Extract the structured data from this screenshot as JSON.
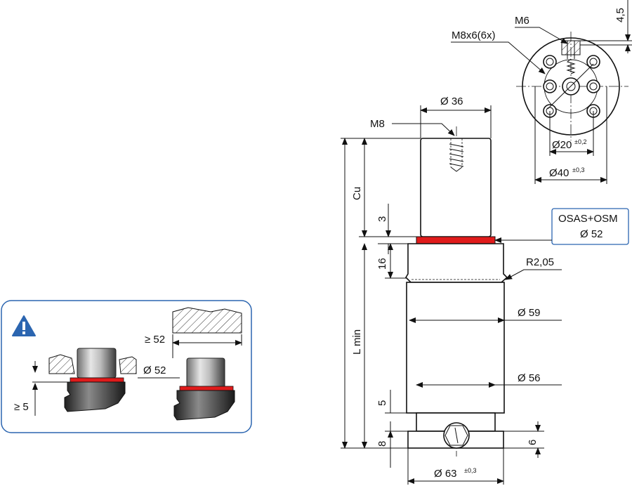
{
  "dimensions": {
    "d36": "Ø 36",
    "m8": "M8",
    "m6": "M6",
    "m8x6": "M8x6(6x)",
    "t45": "4,5",
    "d20": "Ø20",
    "d20_tol": "±0,2",
    "d40": "Ø40",
    "d40_tol": "±0,3",
    "cu": "Cu",
    "three": "3",
    "sixteen": "16",
    "lmin": "L min",
    "r205": "R2,05",
    "d59": "Ø 59",
    "d56": "Ø 56",
    "five": "5",
    "eight": "8",
    "six": "6",
    "d63": "Ø 63",
    "d63_tol": "±0,3"
  },
  "callout": {
    "line1": "OSAS+OSM",
    "line2": "Ø 52"
  },
  "note_panel": {
    "warning_icon": "warning-triangle-icon",
    "ge52": "≥ 52",
    "d52": "Ø 52",
    "ge5": "≥ 5"
  },
  "colors": {
    "seal": "#e01b1b",
    "panel_border": "#2b65b0",
    "warning": "#2b65b0"
  }
}
